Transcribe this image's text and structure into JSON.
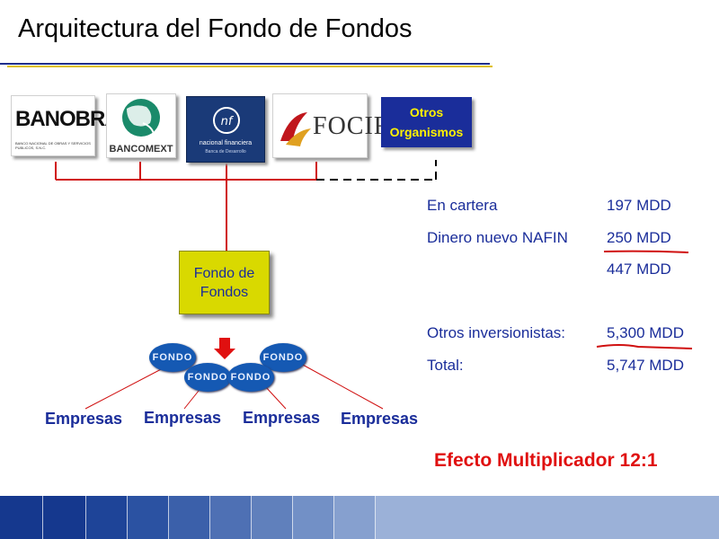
{
  "title": "Arquitectura del Fondo de Fondos",
  "logos": {
    "banobras": "BANOBRAS",
    "banobras_sub": "BANCO NACIONAL DE OBRAS Y SERVICIOS PUBLICOS, S.N.C.",
    "bancomext": "BANCOMEXT",
    "nafin_line1": "nacional financiera",
    "nafin_line2": "Banca de Desarrollo",
    "focir": "FOCIR",
    "otros_line1": "Otros",
    "otros_line2": "Organismos"
  },
  "fondo_de_fondos": {
    "line1": "Fondo de",
    "line2": "Fondos"
  },
  "fondo_label": "FONDO",
  "empresas": [
    "Empresas",
    "Empresas",
    "Empresas",
    "Empresas"
  ],
  "stats": {
    "en_cartera_label": "En cartera",
    "en_cartera_value": "197 MDD",
    "dinero_label": "Dinero nuevo NAFIN",
    "dinero_value": "250 MDD",
    "subtotal_value": "447 MDD",
    "otros_label": "Otros inversionistas:",
    "otros_value": "5,300 MDD",
    "total_label": "Total:",
    "total_value": "5,747 MDD"
  },
  "efecto": "Efecto Multiplicador 12:1",
  "colors": {
    "navy": "#1a2d9a",
    "red": "#e01010",
    "yellow_box": "#d9d900",
    "ellipse": "#1559b3"
  }
}
